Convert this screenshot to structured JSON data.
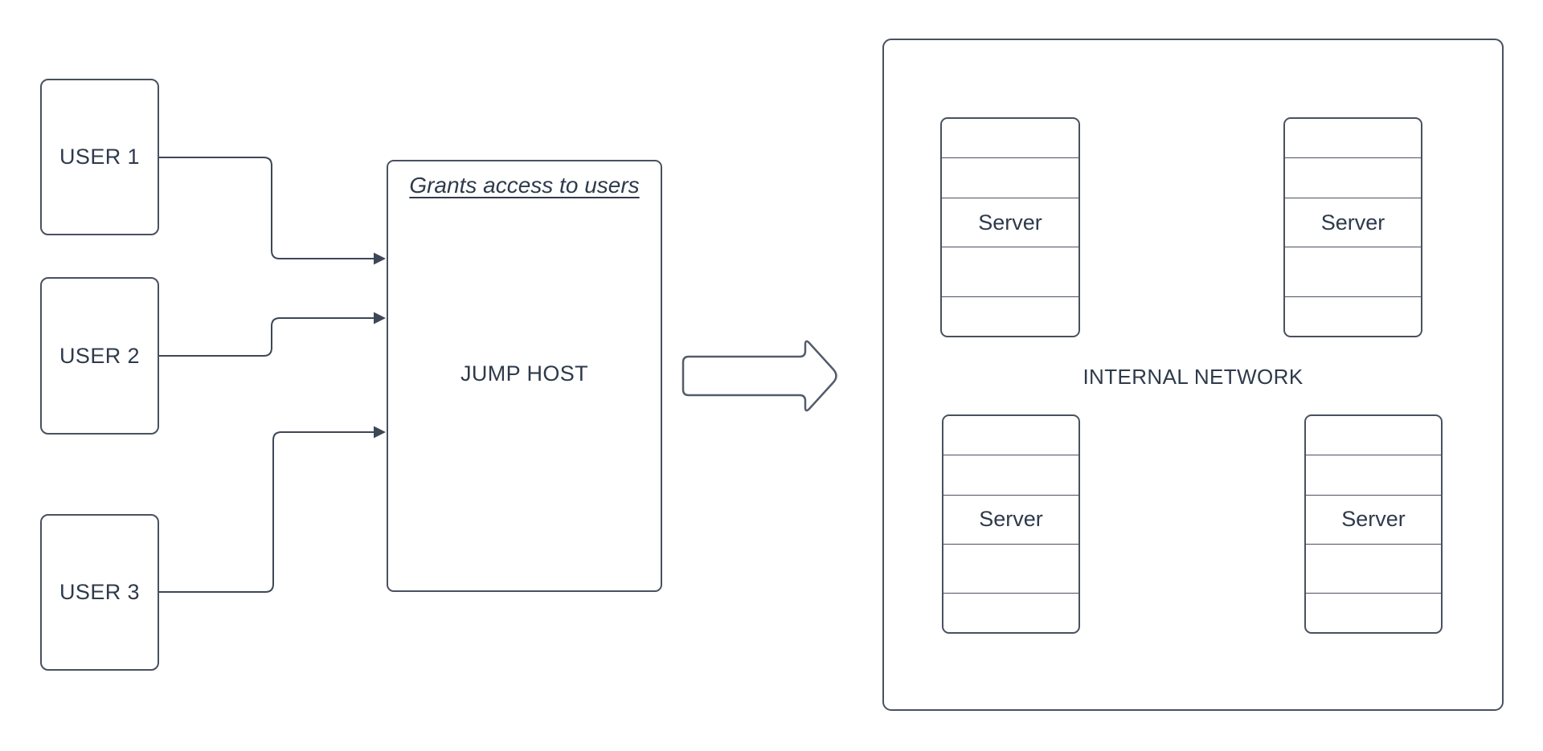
{
  "users": [
    {
      "label": "USER 1"
    },
    {
      "label": "USER 2"
    },
    {
      "label": "USER 3"
    }
  ],
  "jump_host": {
    "annotation": "Grants access to users",
    "label": "JUMP HOST"
  },
  "internal_network": {
    "label": "INTERNAL NETWORK",
    "servers": [
      {
        "label": "Server"
      },
      {
        "label": "Server"
      },
      {
        "label": "Server"
      },
      {
        "label": "Server"
      }
    ]
  },
  "colors": {
    "stroke": "#49515f",
    "connector": "#3e4756",
    "text": "#2e3a4b",
    "background": "#ffffff"
  }
}
